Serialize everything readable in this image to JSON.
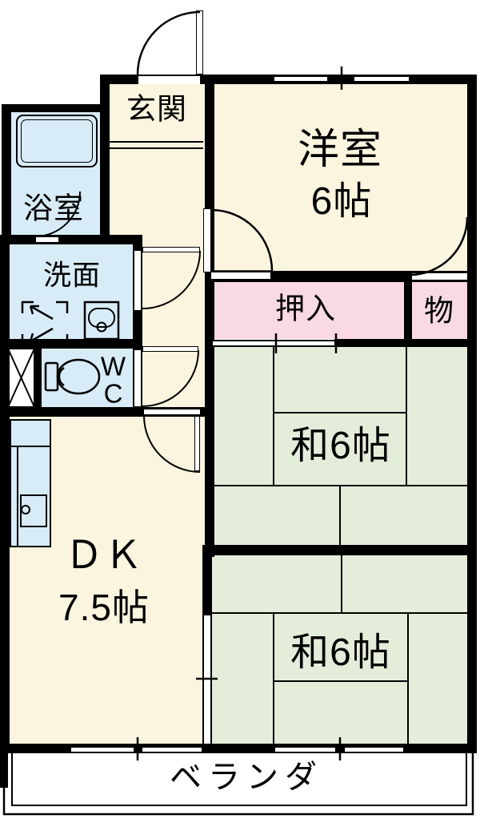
{
  "title": "apartment-floorplan",
  "rooms": {
    "genkan": {
      "label": "玄関"
    },
    "yoshitsu": {
      "label": "洋室",
      "size": "6帖"
    },
    "yokushitsu": {
      "label": "浴室"
    },
    "senmen": {
      "label": "洗面"
    },
    "wc": {
      "letters": [
        "W",
        "C"
      ]
    },
    "oshiire": {
      "label": "押入"
    },
    "mono": {
      "label": "物"
    },
    "washitsu_upper": {
      "label": "和6帖"
    },
    "washitsu_lower": {
      "label": "和6帖"
    },
    "dk": {
      "label": "ＤＫ",
      "size": "7.5帖"
    },
    "veranda": {
      "label": "ベランダ"
    }
  },
  "colors": {
    "wall": "#000000",
    "western_room": "#fbf4de",
    "tatami_room": "#e4edda",
    "closet": "#f9d9e6",
    "wet_area": "#d8ecf8",
    "background": "#ffffff"
  },
  "icons": [
    "bathtub-icon",
    "toilet-icon",
    "washer-pan-icon",
    "vanity-sink-icon",
    "kitchen-counter-icon",
    "kitchen-sink-icon",
    "pipe-space-icon",
    "door-swing-arc",
    "window-opening",
    "sliding-door-opening",
    "entry-door-arc"
  ]
}
